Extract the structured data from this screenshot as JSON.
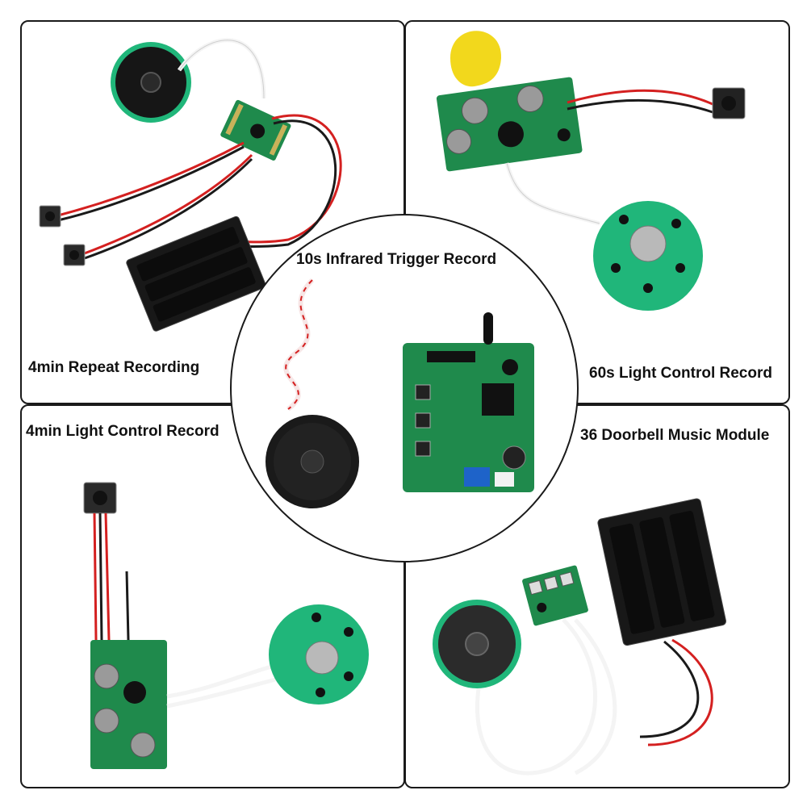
{
  "captions": {
    "top_left": "4min Repeat Recording",
    "top_right": "60s Light Control Record",
    "center": "10s Infrared Trigger Record",
    "bottom_left": "4min Light Control Record",
    "bottom_right": "36 Doorbell Music Module"
  },
  "colors": {
    "pcb_green": "#1f8a4c",
    "speaker_green": "#20b67a",
    "wire_red": "#d42020",
    "wire_black": "#1a1a1a",
    "button_yellow": "#f2d81c",
    "terminal_blue": "#1e63c9"
  }
}
